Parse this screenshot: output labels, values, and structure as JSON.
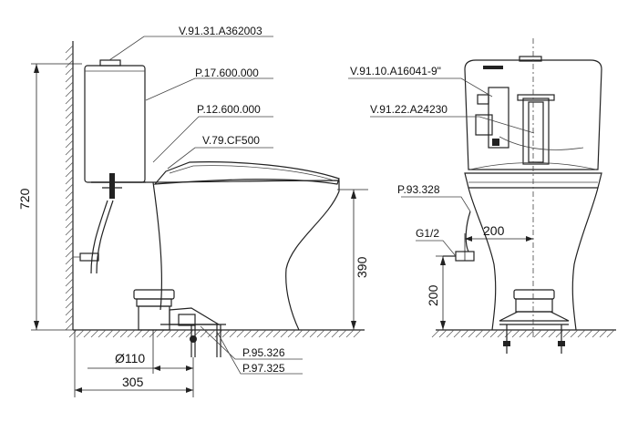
{
  "labels": {
    "tank_valve": "V.91.31.A362003",
    "tank_body": "P.17.600.000",
    "bowl": "P.12.600.000",
    "seat": "V.79.CF500",
    "fill_valve": "V.91.10.A16041-9\"",
    "flush_valve": "V.91.22.A24230",
    "supply_valve": "P.93.328",
    "thread": "G1/2",
    "anchor_a": "P.95.326",
    "anchor_b": "P.97.325"
  },
  "dimensions": {
    "total_height": "720",
    "seat_height": "390",
    "outlet_diameter": "Ø110",
    "rough_in": "305",
    "supply_offset": "200",
    "supply_height": "200"
  }
}
